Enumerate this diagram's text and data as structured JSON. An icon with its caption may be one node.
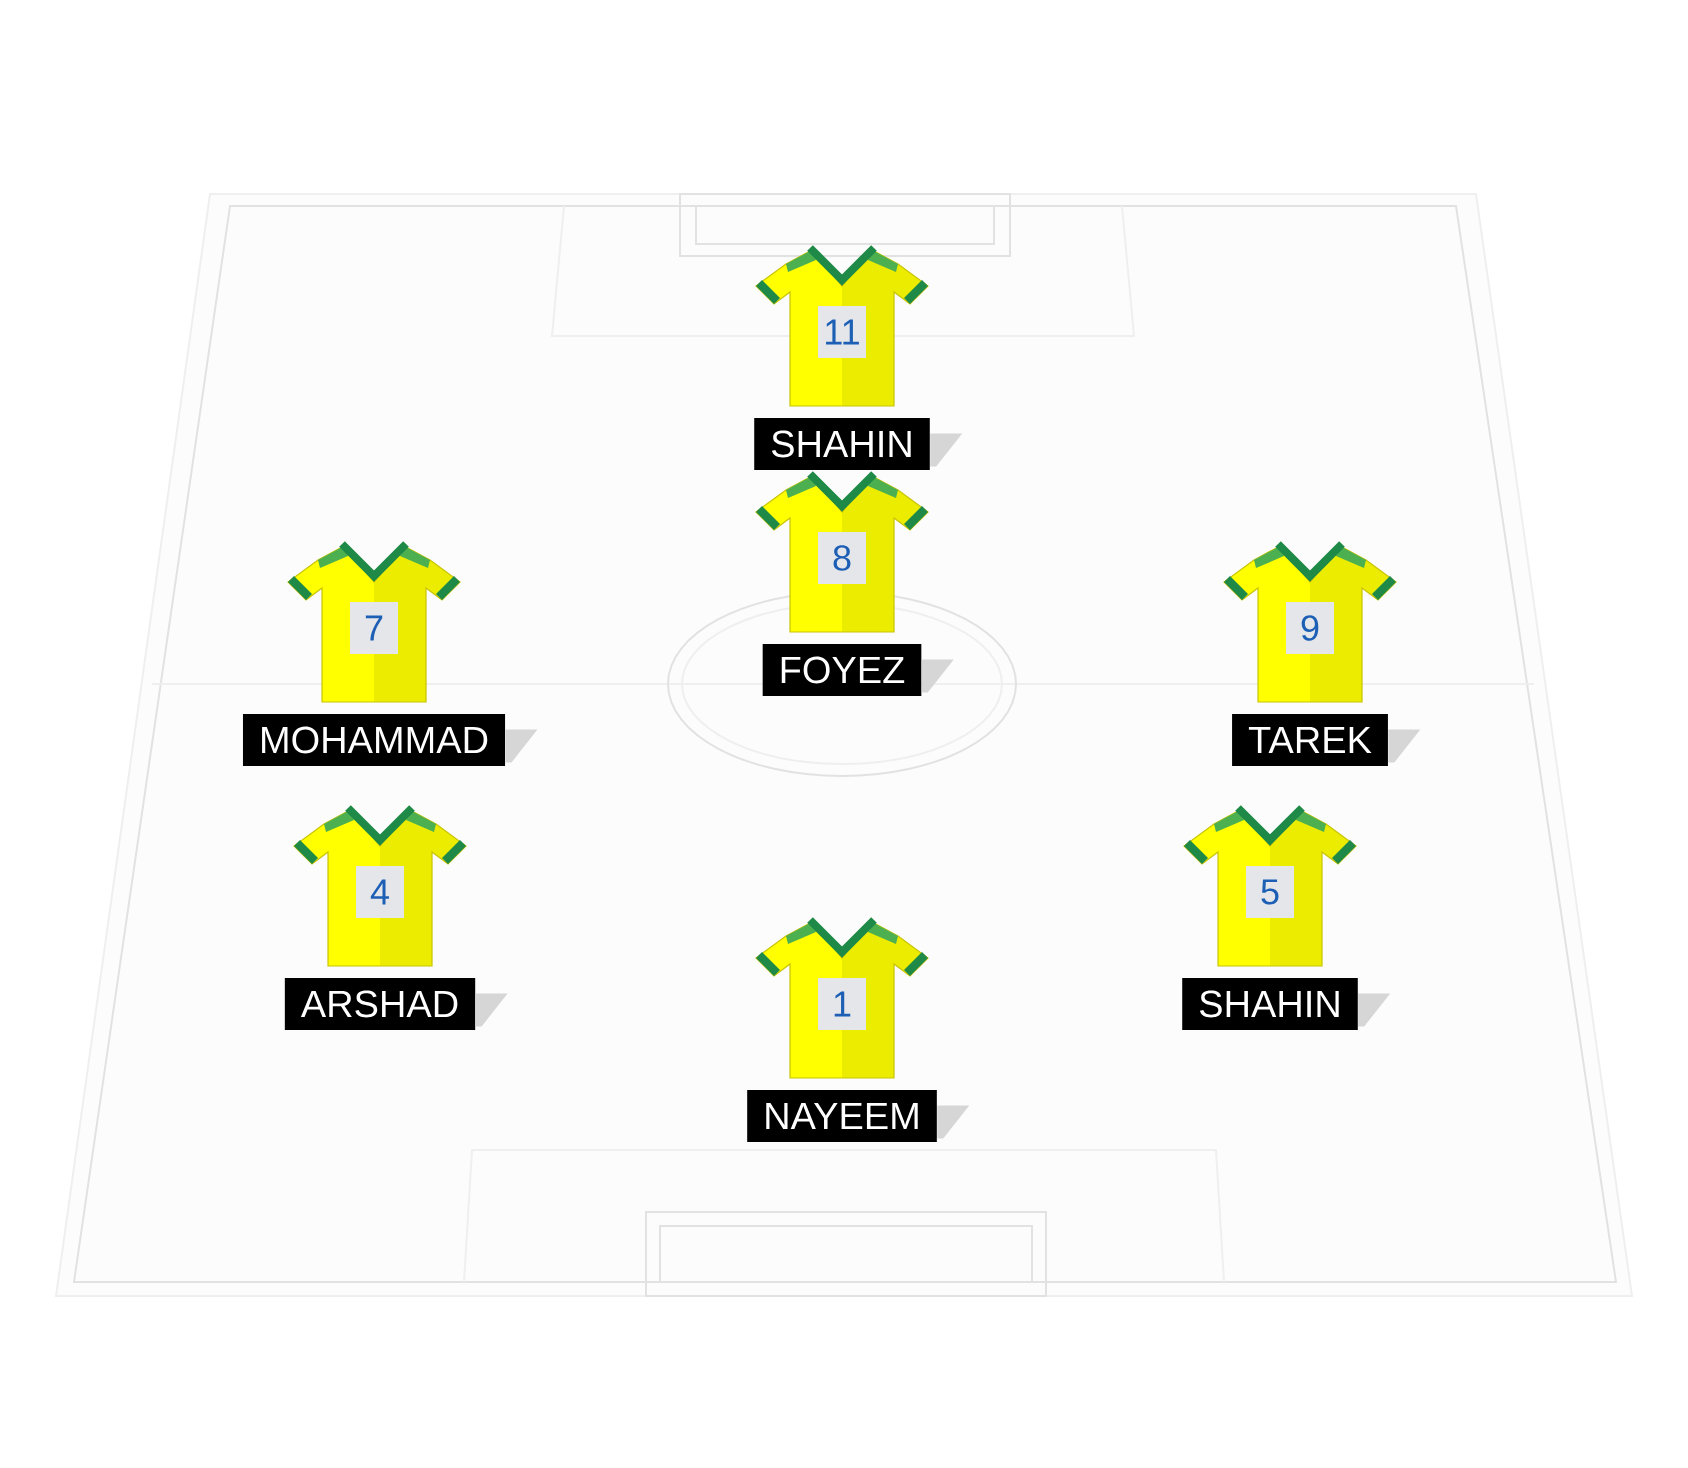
{
  "diagram": {
    "nodes": [
      {
        "text": [
          "11"
        ],
        "beside": [
          "SHAHIN"
        ]
      },
      {
        "text": [
          "8"
        ],
        "beside": [
          "FOYEZ"
        ]
      },
      {
        "text": [
          "7"
        ],
        "beside": [
          "MOHAMMAD"
        ]
      },
      {
        "text": [
          "9"
        ],
        "beside": [
          "TAREK"
        ]
      },
      {
        "text": [
          "4"
        ],
        "beside": [
          "ARSHAD"
        ]
      },
      {
        "text": [
          "5"
        ],
        "beside": [
          "SHAHIN"
        ]
      },
      {
        "text": [
          "1"
        ],
        "beside": [
          "NAYEEM"
        ]
      }
    ]
  }
}
